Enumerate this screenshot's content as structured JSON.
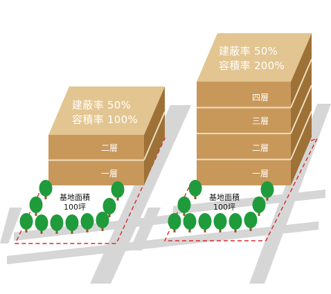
{
  "colors": {
    "building_front": "#c8985b",
    "building_top": "#e2c590",
    "building_side": "#9e7137",
    "floor_line": "#f0e0c0",
    "road": "#d6d6d6",
    "site_boundary": "#d9262a",
    "tree_crown": "#1f9b3c",
    "tree_trunk": "#8a5a2b"
  },
  "left": {
    "coverage_label": "建蔽率 50%",
    "far_label": "容積率 100%",
    "floors": [
      "二層",
      "一層"
    ],
    "site_area_label": "基地面積",
    "site_area_value": "100坪"
  },
  "right": {
    "coverage_label": "建蔽率 50%",
    "far_label": "容積率 200%",
    "floors": [
      "四層",
      "三層",
      "二層",
      "一層"
    ],
    "site_area_label": "基地面積",
    "site_area_value": "100坪"
  }
}
